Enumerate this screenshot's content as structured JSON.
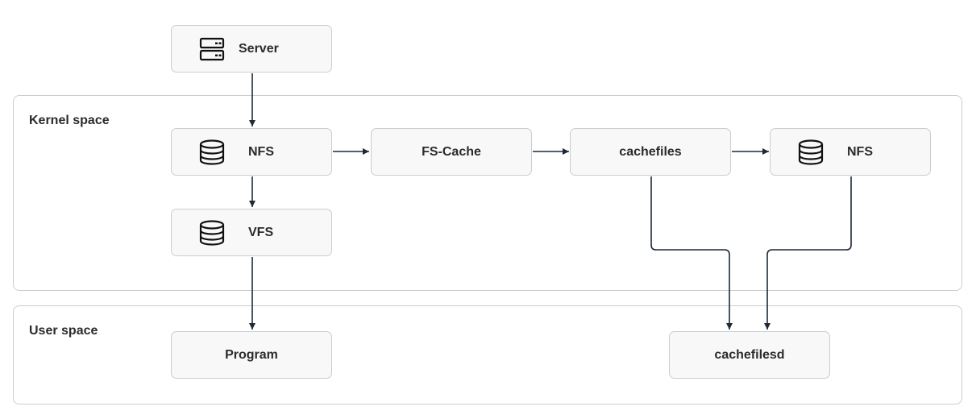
{
  "groups": {
    "kernel": {
      "label": "Kernel space"
    },
    "user": {
      "label": "User space"
    }
  },
  "nodes": {
    "server": {
      "label": "Server",
      "icon": "server-icon"
    },
    "nfs_left": {
      "label": "NFS",
      "icon": "database-icon"
    },
    "vfs": {
      "label": "VFS",
      "icon": "database-icon"
    },
    "fscache": {
      "label": "FS-Cache"
    },
    "cachefiles": {
      "label": "cachefiles"
    },
    "nfs_right": {
      "label": "NFS",
      "icon": "database-icon"
    },
    "program": {
      "label": "Program"
    },
    "cachefilesd": {
      "label": "cachefilesd"
    }
  },
  "edges": [
    {
      "from": "Server",
      "to": "NFS"
    },
    {
      "from": "NFS",
      "to": "VFS"
    },
    {
      "from": "VFS",
      "to": "Program"
    },
    {
      "from": "NFS",
      "to": "FS-Cache"
    },
    {
      "from": "FS-Cache",
      "to": "cachefiles"
    },
    {
      "from": "cachefiles",
      "to": "NFS"
    },
    {
      "from": "cachefiles",
      "to": "cachefilesd"
    },
    {
      "from": "NFS",
      "to": "cachefilesd"
    }
  ],
  "colors": {
    "edge": "#1f2a36",
    "node_fill": "#f8f8f8",
    "border": "#c9cdd2"
  }
}
